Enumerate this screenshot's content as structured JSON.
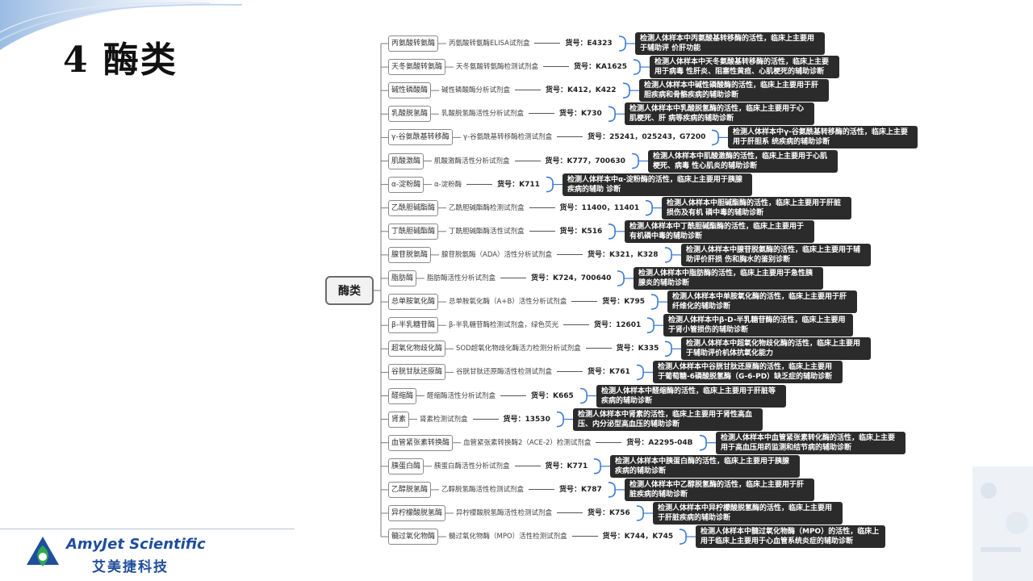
{
  "slide": {
    "title": "4 酶类",
    "root_label": "酶类"
  },
  "logo": {
    "en": "AmyJet Scientific",
    "cn": "艾美捷科技"
  },
  "colors": {
    "connector": "#3a7bd5",
    "line": "#7a7a7a",
    "note_bg": "#2b2b2b",
    "brand": "#1f4e9c"
  },
  "branches": [
    {
      "enzyme": "丙氨酸转氨酶",
      "kit": "丙氨酸转氨酶ELISA试剂盒",
      "cat": "货号：E4323",
      "desc": "检测人体样本中丙氨酸基转移酶的活性，临床上主要用于辅助评 价肝功能"
    },
    {
      "enzyme": "天冬氨酸转氨酶",
      "kit": "天冬氨酸转氨酶检测试剂盒",
      "cat": "货号：KA1625",
      "desc": "检测人体样本中天冬氨酸基转移酶的活性，临床上主要用于病毒 性肝炎、阻塞性黄疸、心肌梗死的辅助诊断"
    },
    {
      "enzyme": "碱性磷酸酶",
      "kit": "碱性磷酸酶分析试剂盒",
      "cat": "货号：K412，K422",
      "desc": "检测人体样本中碱性磷酸酶的活性，临床上主要用于肝胆疾病和骨骼疾病的辅助诊断"
    },
    {
      "enzyme": "乳酸脱氢酶",
      "kit": "乳酸脱氢酶活性分析试剂盒",
      "cat": "货号：K730",
      "desc": "检测人体样本中乳酸脱氢酶的活性，临床上主要用于心肌梗死、肝 病等疾病的辅助诊断"
    },
    {
      "enzyme": "γ-谷氨酰基转移酶",
      "kit": "γ-谷氨酰基转移酶检测试剂盒",
      "cat": "货号：25241，025243，G7200",
      "desc": "检测人体样本中γ-谷氨酰基转移酶的活性，临床上主要用于肝胆系 统疾病的辅助诊断"
    },
    {
      "enzyme": "肌酸激酶",
      "kit": "肌酸激酶活性分析试剂盒",
      "cat": "货号：K777，700630",
      "desc": "检测人体样本中肌酸激酶的活性，临床上主要用于心肌梗死、病毒 性心肌炎的辅助诊断"
    },
    {
      "enzyme": "α-淀粉酶",
      "kit": "α-淀粉酶",
      "cat": "货号：K711",
      "desc": "检测人体样本中α-淀粉酶的活性，临床上主要用于胰腺疾病的辅助 诊断"
    },
    {
      "enzyme": "乙酰胆碱酯酶",
      "kit": "乙酰胆碱酯酶检测试剂盒",
      "cat": "货号：11400，11401",
      "desc": "检测人体样本中胆碱酯酶的活性，临床上主要用于肝脏损伤及有机 磷中毒的辅助诊断"
    },
    {
      "enzyme": "丁酰胆碱酯酶",
      "kit": "丁酰胆碱酯酶活性试剂盒",
      "cat": "货号：K516",
      "desc": "检测人体样本中丁酰胆碱酯酶的活性，临床上主要用于有机磷中毒的辅助诊断"
    },
    {
      "enzyme": "腺苷脱氨酶",
      "kit": "腺苷脱氨酶（ADA）活性分析试剂盒",
      "cat": "货号：K321，K328",
      "desc": "检测人体样本中腺苷脱氨酶的活性，临床上主要用于辅助评价肝损 伤和胸水的鉴别诊断"
    },
    {
      "enzyme": "脂肪酶",
      "kit": "脂肪酶活性分析试剂盒",
      "cat": "货号：K724，700640",
      "desc": "检测人体样本中脂肪酶的活性，临床上主要用于急性胰腺炎的辅助诊断"
    },
    {
      "enzyme": "总单胺氧化酶",
      "kit": "总单胺氧化酶（A+B）活性分析试剂盒",
      "cat": "货号：K795",
      "desc": "检测人体样本中单胺氧化酶的活性，临床上主要用于肝纤维化的辅助诊断"
    },
    {
      "enzyme": "β-半乳糖苷酶",
      "kit": "β-半乳糖苷酶检测试剂盒，绿色荧光",
      "cat": "货号：12601",
      "desc": "检测人体样本中β-D-半乳糖苷酶的活性，临床上主要用于肾小管损伤的辅助诊断"
    },
    {
      "enzyme": "超氧化物歧化酶",
      "kit": "SOD超氧化物歧化酶活力检测分析试剂盒",
      "cat": "货号：K335",
      "desc": "检测人体样本中超氧化物歧化酶的活性，临床上主要用于辅助评价机体抗氧化能力"
    },
    {
      "enzyme": "谷胱甘肽还原酶",
      "kit": "谷胱甘肽还原酶活性检测试剂盒",
      "cat": "货号：K761",
      "desc": "检测人体样本中谷胱甘肽还原酶的活性，临床上主要用于葡萄糖-6磷酸脱氢酶（G-6-PD）缺乏症的辅助诊断"
    },
    {
      "enzyme": "醛缩酶",
      "kit": "醛缩酶活性分析试剂盒",
      "cat": "货号：K665",
      "desc": "检测人体样本中醛缩酶的活性，临床上主要用于肝脏等疾病的辅助诊断"
    },
    {
      "enzyme": "肾素",
      "kit": "肾素检测试剂盒",
      "cat": "货号：13530",
      "desc": "检测人体样本中肾素的活性，临床上主要用于肾性高血压、内分泌型高血压的辅助诊断"
    },
    {
      "enzyme": "血管紧张素转换酶",
      "kit": "血管紧张素转换酶2（ACE-2）检测试剂盒",
      "cat": "货号：A2295-04B",
      "desc": "检测人体样本中血管紧张素转化酶的活性，临床上主要用于高血压用药监测和结节病的辅助诊断"
    },
    {
      "enzyme": "胰蛋白酶",
      "kit": "胰蛋白酶活性分析试剂盒",
      "cat": "货号：K771",
      "desc": "检测人体样本中胰蛋白酶的活性，临床上主要用于胰腺疾病的辅助诊断"
    },
    {
      "enzyme": "乙醇脱氢酶",
      "kit": "乙醇脱氢酶活性检测试剂盒",
      "cat": "货号：K787",
      "desc": "检测人体样本中乙醇脱氢酶的活性，临床上主要用于肝脏疾病的辅助诊断"
    },
    {
      "enzyme": "异柠檬酸脱氢酶",
      "kit": "异柠檬酸脱氢酶活性检测试剂盒",
      "cat": "货号：K756",
      "desc": "检测人体样本中异柠檬酸脱氢酶的活性，临床上主要用于肝脏疾病的辅助诊断"
    },
    {
      "enzyme": "髓过氧化物酶",
      "kit": "髓过氧化物酶（MPO）活性检测试剂盒",
      "cat": "货号：K744，K745",
      "desc": "检测人体样本中髓过氧化物酶（MPO）的活性，临床上用于临床上主要用于心血管系统炎症的辅助诊断"
    }
  ]
}
